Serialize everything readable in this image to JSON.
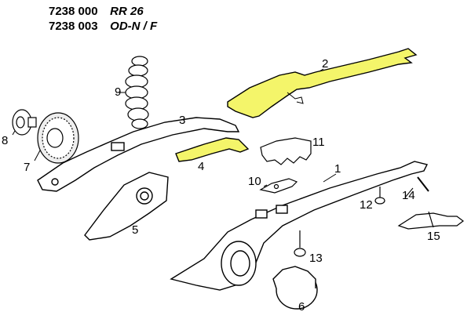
{
  "header": {
    "lines": [
      {
        "part_number": "7238 000",
        "model": "RR 26"
      },
      {
        "part_number": "7238 003",
        "model": "OD-N / F"
      }
    ]
  },
  "callouts": [
    "1",
    "2",
    "3",
    "4",
    "5",
    "6",
    "7",
    "8",
    "9",
    "10",
    "11",
    "12",
    "13",
    "14",
    "15"
  ],
  "colors": {
    "highlight": "#f4f56a",
    "line": "#000000",
    "background": "#ffffff"
  }
}
